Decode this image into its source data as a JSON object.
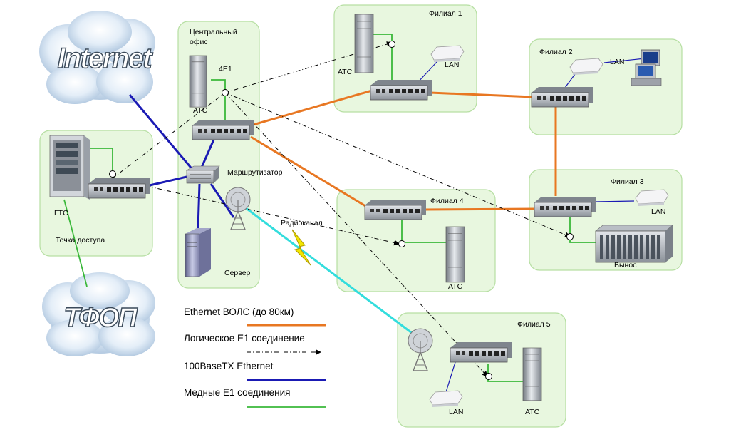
{
  "clouds": {
    "internet": "Internet",
    "pstn": "ТФОП"
  },
  "central_office": {
    "title_line1": "Центральный",
    "title_line2": "офис",
    "e1_label": "4E1",
    "pbx_label": "АТС",
    "router_label": "Маршрутизатор",
    "server_label": "Сервер"
  },
  "access_point": {
    "gts_label": "ГТС",
    "title": "Точка доступа"
  },
  "branch1": {
    "title": "Филиал 1",
    "pbx_label": "АТС",
    "lan_label": "LAN"
  },
  "branch2": {
    "title": "Филиал 2",
    "lan_label": "LAN"
  },
  "branch3": {
    "title": "Филиал 3",
    "lan_label": "LAN",
    "remote_label": "Вынос"
  },
  "branch4": {
    "title": "Филиал 4",
    "pbx_label": "АТС"
  },
  "branch5": {
    "title": "Филиал 5",
    "lan_label": "LAN",
    "pbx_label": "АТС"
  },
  "radio_label": "Радиоканал",
  "legend": [
    {
      "label": "Ethernet ВОЛС (до 80км)",
      "color": "#e87722",
      "style": "solid"
    },
    {
      "label": "Логическое E1 соединение",
      "color": "#000000",
      "style": "dashdot"
    },
    {
      "label": "100BaseTX Ethernet",
      "color": "#1a1ab4",
      "style": "solid"
    },
    {
      "label": "Медные E1 соединения",
      "color": "#3ab83a",
      "style": "solid"
    }
  ],
  "colors": {
    "fiber": "#e87722",
    "ethernet": "#1a1ab4",
    "copper_e1": "#3ab83a",
    "radio": "#33dddd",
    "zone_fill": "#e8f7df",
    "zone_stroke": "#b6dfa2"
  }
}
